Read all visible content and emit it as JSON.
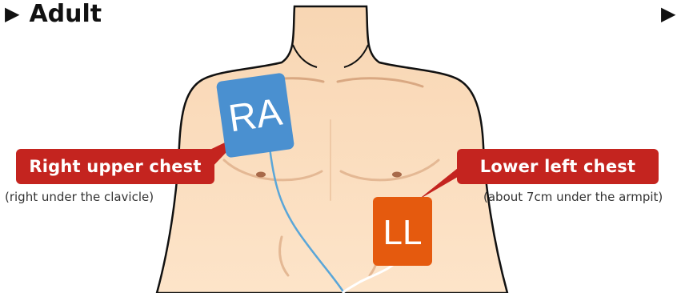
{
  "title": "Adult",
  "next_section_marker": "▶",
  "electrodes": {
    "ra": {
      "label": "RA",
      "color": "#4a90d0"
    },
    "ll": {
      "label": "LL",
      "color": "#e55a0e"
    }
  },
  "callouts": {
    "left": {
      "label": "Right upper chest",
      "note": "(right under the clavicle)"
    },
    "right": {
      "label": "Lower left chest",
      "note": "(about 7cm under the armpit)"
    }
  },
  "colors": {
    "skin": "#fde1c2",
    "callout": "#c4241f",
    "lead_wire": "#5aa6d8"
  }
}
